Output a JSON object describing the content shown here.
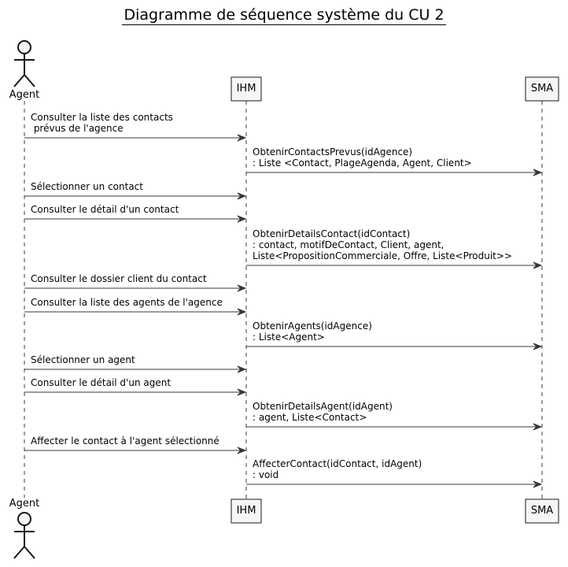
{
  "title": "Diagramme de séquence système du CU 2",
  "participants": {
    "agent": "Agent",
    "ihm": "IHM",
    "sma": "SMA"
  },
  "messages": [
    {
      "from": "agent",
      "to": "ihm",
      "lines": [
        "Consulter la liste des contacts",
        " prévus de l'agence"
      ]
    },
    {
      "from": "ihm",
      "to": "sma",
      "lines": [
        "ObtenirContactsPrevus(idAgence)",
        ": Liste <Contact, PlageAgenda, Agent, Client>"
      ]
    },
    {
      "from": "agent",
      "to": "ihm",
      "lines": [
        "Sélectionner un contact"
      ]
    },
    {
      "from": "agent",
      "to": "ihm",
      "lines": [
        "Consulter le détail d'un contact"
      ]
    },
    {
      "from": "ihm",
      "to": "sma",
      "lines": [
        "ObtenirDetailsContact(idContact)",
        ": contact, motifDeContact, Client, agent,",
        "Liste<PropositionCommerciale, Offre, Liste<Produit>>"
      ]
    },
    {
      "from": "agent",
      "to": "ihm",
      "lines": [
        "Consulter le dossier client du contact"
      ]
    },
    {
      "from": "agent",
      "to": "ihm",
      "lines": [
        "Consulter la liste des agents de l'agence"
      ]
    },
    {
      "from": "ihm",
      "to": "sma",
      "lines": [
        "ObtenirAgents(idAgence)",
        ": Liste<Agent>"
      ]
    },
    {
      "from": "agent",
      "to": "ihm",
      "lines": [
        "Sélectionner un agent"
      ]
    },
    {
      "from": "agent",
      "to": "ihm",
      "lines": [
        "Consulter le détail d'un agent"
      ]
    },
    {
      "from": "ihm",
      "to": "sma",
      "lines": [
        "ObtenirDetailsAgent(idAgent)",
        ": agent, Liste<Contact>"
      ]
    },
    {
      "from": "agent",
      "to": "ihm",
      "lines": [
        "Affecter le contact à l'agent sélectionné"
      ]
    },
    {
      "from": "ihm",
      "to": "sma",
      "lines": [
        "AffecterContact(idContact, idAgent)",
        ": void"
      ]
    }
  ],
  "colors": {
    "line": "#383838",
    "box_fill": "#f6f6f6",
    "box_border": "#181818"
  }
}
